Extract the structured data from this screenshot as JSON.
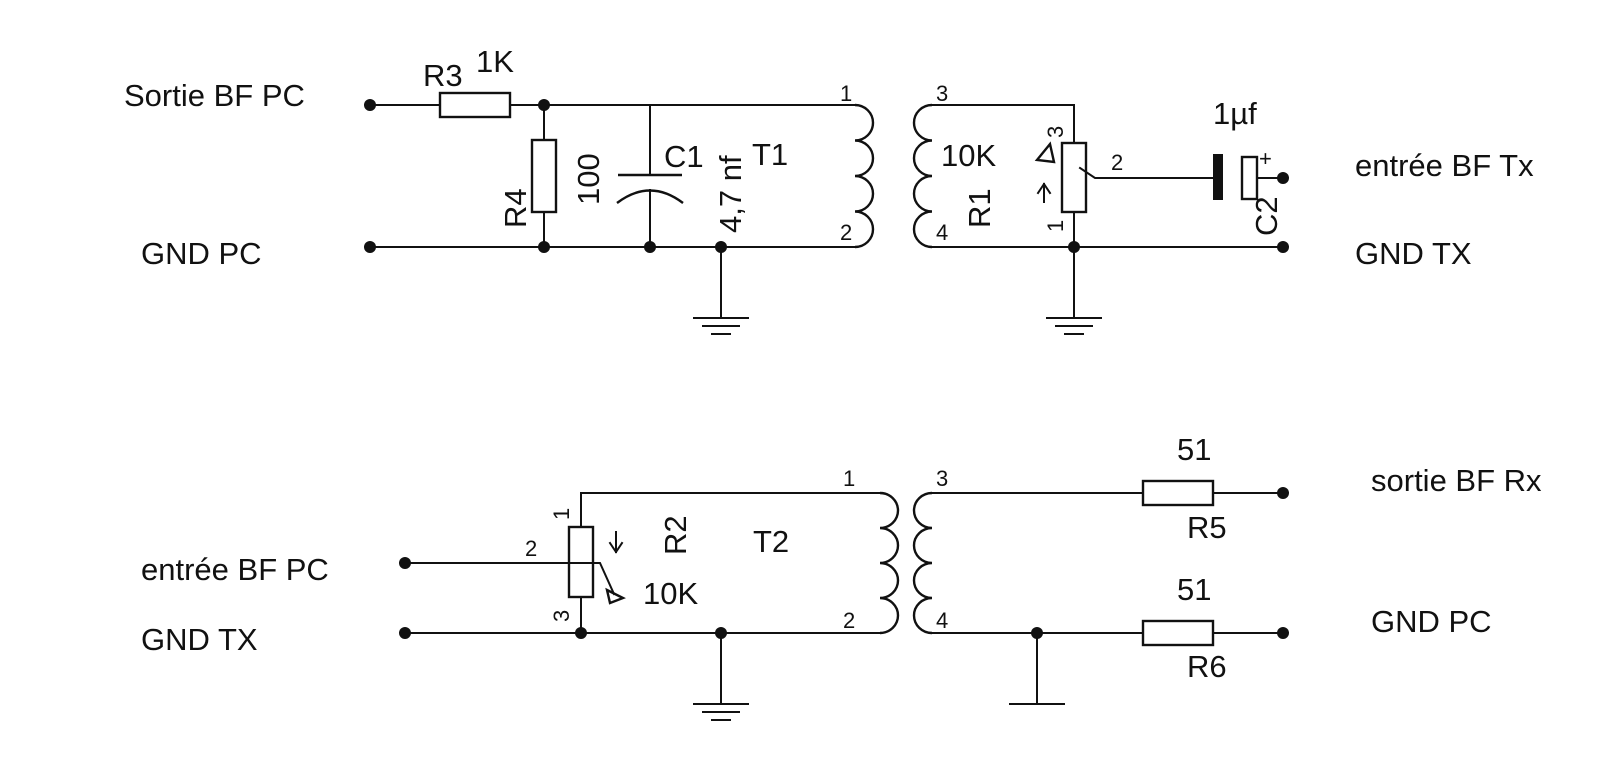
{
  "terminals": {
    "sortie_bf_pc": "Sortie BF PC",
    "gnd_pc_top": "GND PC",
    "entree_bf_tx": "entrée BF Tx",
    "gnd_tx_top": "GND TX",
    "entree_bf_pc": "entrée BF PC",
    "gnd_tx_bottom": "GND TX",
    "sortie_bf_rx": "sortie BF Rx",
    "gnd_pc_bottom": "GND PC"
  },
  "components": {
    "r3": {
      "ref": "R3",
      "value": "1K"
    },
    "r4": {
      "ref": "R4",
      "value": "100"
    },
    "c1": {
      "ref": "C1",
      "value": "4,7 nf"
    },
    "t1": {
      "ref": "T1"
    },
    "r1": {
      "ref": "R1",
      "value": "10K"
    },
    "c2": {
      "ref": "C2",
      "value": "1µf",
      "polarity": "+"
    },
    "r2": {
      "ref": "R2",
      "value": "10K"
    },
    "t2": {
      "ref": "T2"
    },
    "r5": {
      "ref": "R5",
      "value": "51"
    },
    "r6": {
      "ref": "R6",
      "value": "51"
    }
  },
  "pins": {
    "t1": [
      "1",
      "2",
      "3",
      "4"
    ],
    "r1": [
      "1",
      "2",
      "3"
    ],
    "t2": [
      "1",
      "2",
      "3",
      "4"
    ],
    "r2": [
      "1",
      "2",
      "3"
    ]
  }
}
